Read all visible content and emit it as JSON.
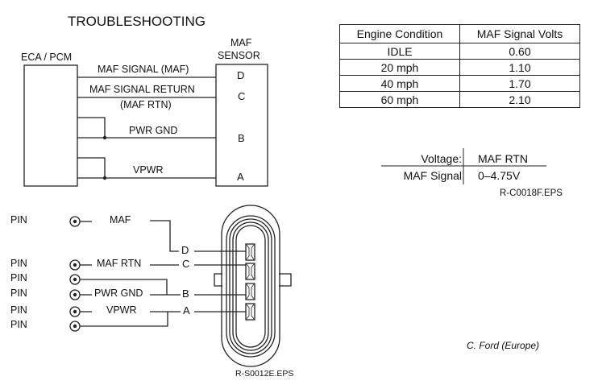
{
  "title": "TROUBLESHOOTING",
  "wiring": {
    "ecu_label": "ECA / PCM",
    "sensor_label_line1": "MAF",
    "sensor_label_line2": "SENSOR",
    "wires": [
      {
        "label": "MAF SIGNAL (MAF)",
        "pin": "D"
      },
      {
        "label": "MAF SIGNAL RETURN",
        "label2": "(MAF RTN)",
        "pin": "C"
      },
      {
        "label": "PWR GND",
        "pin": "B"
      },
      {
        "label": "VPWR",
        "pin": "A"
      }
    ]
  },
  "signal_table": {
    "headers": [
      "Engine Condition",
      "MAF Signal Volts"
    ],
    "rows": [
      [
        "IDLE",
        "0.60"
      ],
      [
        "20 mph",
        "1.10"
      ],
      [
        "40 mph",
        "1.70"
      ],
      [
        "60 mph",
        "2.10"
      ]
    ]
  },
  "voltage_table": {
    "row1": [
      "Voltage:",
      "MAF RTN"
    ],
    "row2": [
      "MAF Signal",
      "0–4.75V"
    ]
  },
  "figure_ids": {
    "top": "R-C0018F.EPS",
    "bottom": "R-S0012E.EPS"
  },
  "connector": {
    "pin_label": "PIN",
    "pins": [
      {
        "label": "MAF",
        "terminal": "D"
      },
      {
        "label": "MAF RTN",
        "terminal": "C"
      },
      {
        "label": "",
        "terminal": ""
      },
      {
        "label": "PWR GND",
        "terminal": "B"
      },
      {
        "label": "VPWR",
        "terminal": "A"
      },
      {
        "label": "",
        "terminal": ""
      }
    ]
  },
  "credit": "C. Ford (Europe)"
}
